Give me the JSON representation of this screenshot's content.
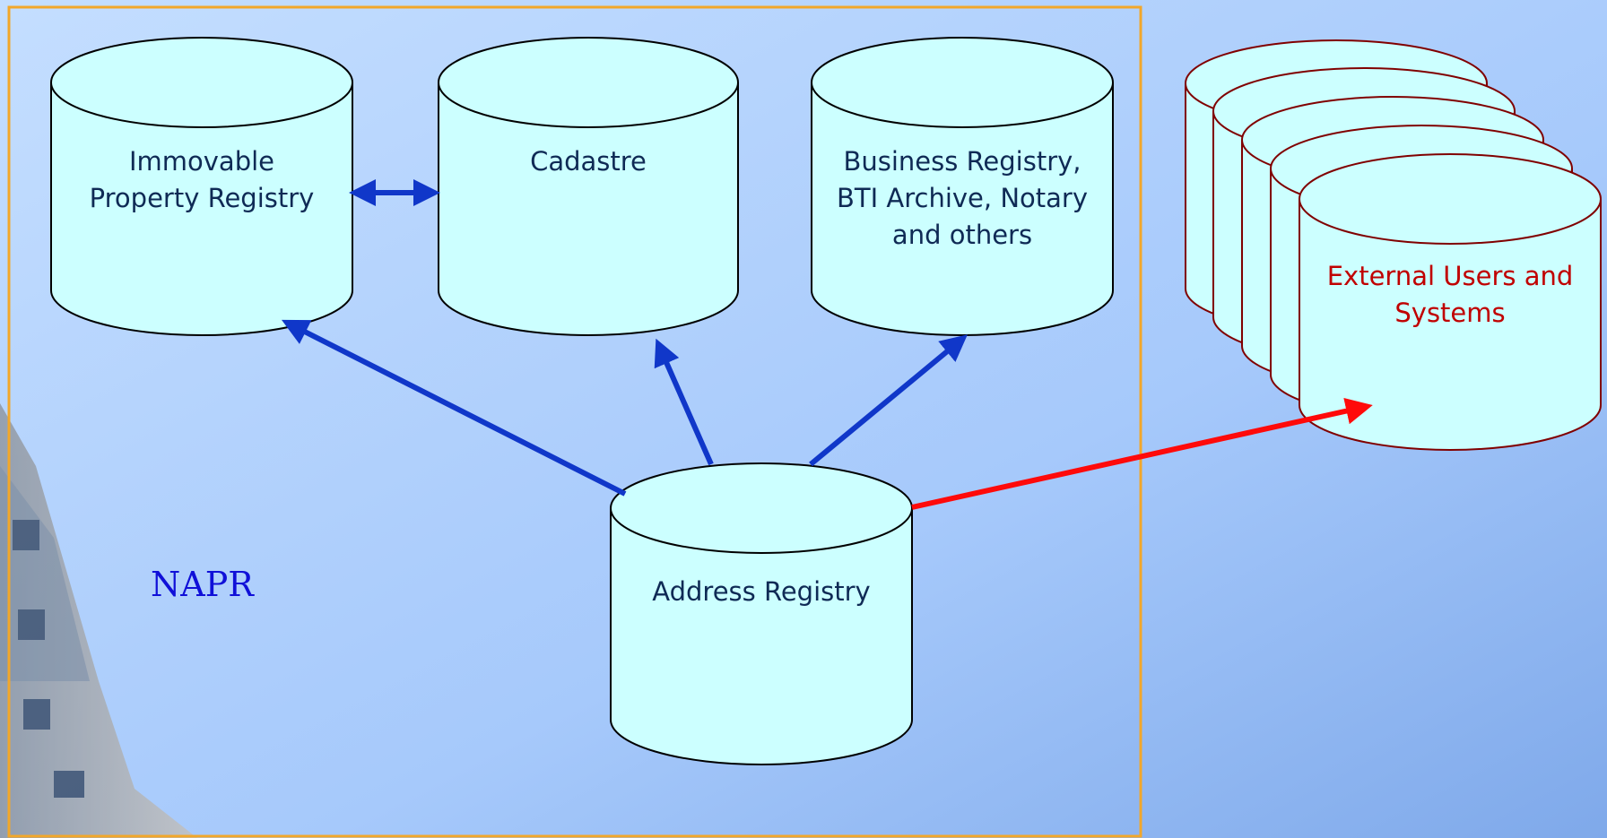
{
  "colors": {
    "db_fill": "#ccffff",
    "db_stroke": "#000000",
    "external_stroke": "#800000",
    "external_text": "#c00000",
    "boundary_stroke": "#f2a72a",
    "internal_arrow": "#1037c9",
    "external_arrow": "#ff0a0a",
    "napr_text": "#1010d8"
  },
  "diagram": {
    "boundary_label": "NAPR",
    "nodes": {
      "immovable": "Immovable\nProperty Registry",
      "cadastre": "Cadastre",
      "business": "Business Registry,\nBTI Archive, Notary\nand others",
      "address": "Address Registry",
      "external": "External Users and\nSystems"
    },
    "edges": [
      {
        "from": "immovable",
        "to": "cadastre",
        "kind": "bidirectional"
      },
      {
        "from": "address",
        "to": "immovable",
        "kind": "directed"
      },
      {
        "from": "address",
        "to": "cadastre",
        "kind": "directed"
      },
      {
        "from": "address",
        "to": "business",
        "kind": "directed"
      },
      {
        "from": "address",
        "to": "external",
        "kind": "directed"
      }
    ]
  }
}
